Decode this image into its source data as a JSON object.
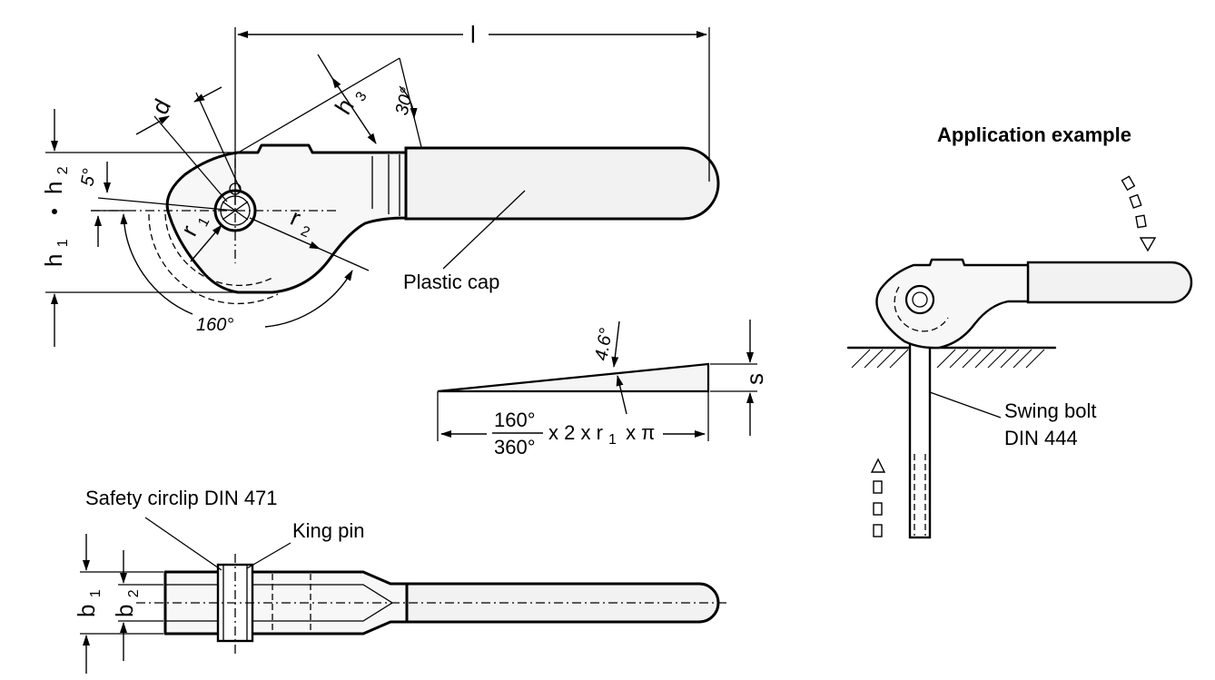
{
  "diagram": {
    "labels": {
      "plastic_cap": "Plastic cap",
      "application_example": "Application example",
      "swing_bolt_line1": "Swing bolt",
      "swing_bolt_line2": "DIN 444",
      "safety_circlip": "Safety circlip DIN 471",
      "king_pin": "King pin"
    },
    "dimensions": {
      "l": "l",
      "d": "d",
      "h": "h",
      "h_sub_3": "3",
      "h_sub_2": "2",
      "h_sub_1": "1",
      "r": "r",
      "r_sub_1": "1",
      "r_sub_2": "2",
      "b": "b",
      "b_sub_1": "1",
      "b_sub_2": "2",
      "s": "s"
    },
    "angles": {
      "cap_angle": "30°",
      "offset_angle": "5°",
      "sweep_angle": "160°",
      "ramp_angle": "4.6°"
    },
    "formula": {
      "numerator": "160°",
      "denominator": "360°",
      "rest_prefix": "x 2 x r",
      "rest_sub": "1",
      "rest_suffix": "x π"
    }
  }
}
